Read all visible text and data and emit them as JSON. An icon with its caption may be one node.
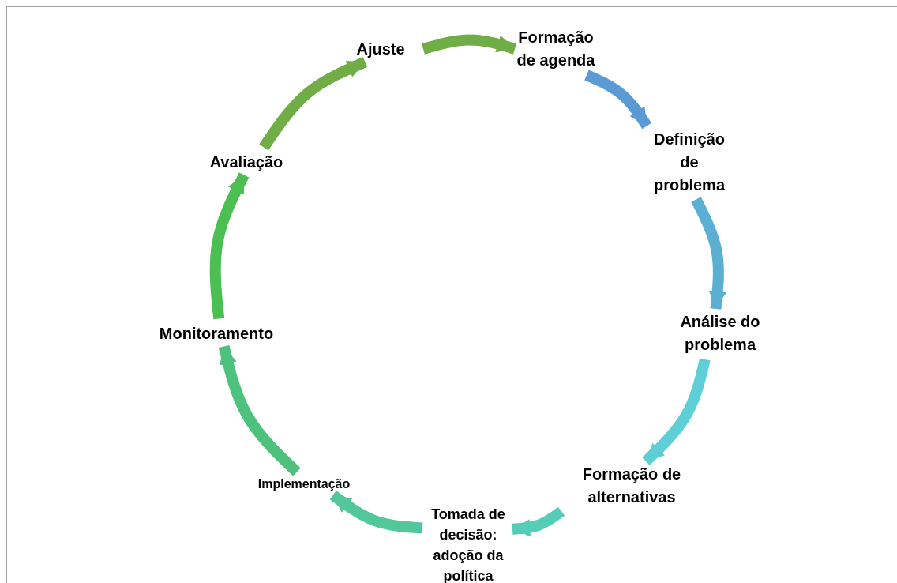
{
  "diagram": {
    "nodes": [
      {
        "text": [
          "Ajuste"
        ]
      },
      {
        "text": [
          "Formação de agenda"
        ]
      },
      {
        "text": [
          "Definição de problema"
        ]
      },
      {
        "text": [
          "Análise do problema"
        ]
      },
      {
        "text": [
          "Formação de alternativas"
        ]
      },
      {
        "text": [
          "Tomada de decisão: adoção da política"
        ]
      },
      {
        "text": [
          "Implementação"
        ]
      },
      {
        "text": [
          "Monitoramento"
        ]
      },
      {
        "text": [
          "Avaliação"
        ]
      }
    ],
    "edges": [
      {
        "from": 0,
        "to": 1,
        "arrow": "to",
        "color": "#70ad47"
      },
      {
        "from": 1,
        "to": 2,
        "arrow": "to",
        "color": "#5b9bd5"
      },
      {
        "from": 2,
        "to": 3,
        "arrow": "to",
        "color": "#5aafd2"
      },
      {
        "from": 3,
        "to": 4,
        "arrow": "to",
        "color": "#5ecfd6"
      },
      {
        "from": 4,
        "to": 5,
        "arrow": "to",
        "color": "#56cdb6"
      },
      {
        "from": 5,
        "to": 6,
        "arrow": "to",
        "color": "#52c79a"
      },
      {
        "from": 6,
        "to": 7,
        "arrow": "to",
        "color": "#4ec27c"
      },
      {
        "from": 7,
        "to": 8,
        "arrow": "to",
        "color": "#4bbf52"
      },
      {
        "from": 8,
        "to": 0,
        "arrow": "to",
        "color": "#70ad47"
      }
    ]
  }
}
